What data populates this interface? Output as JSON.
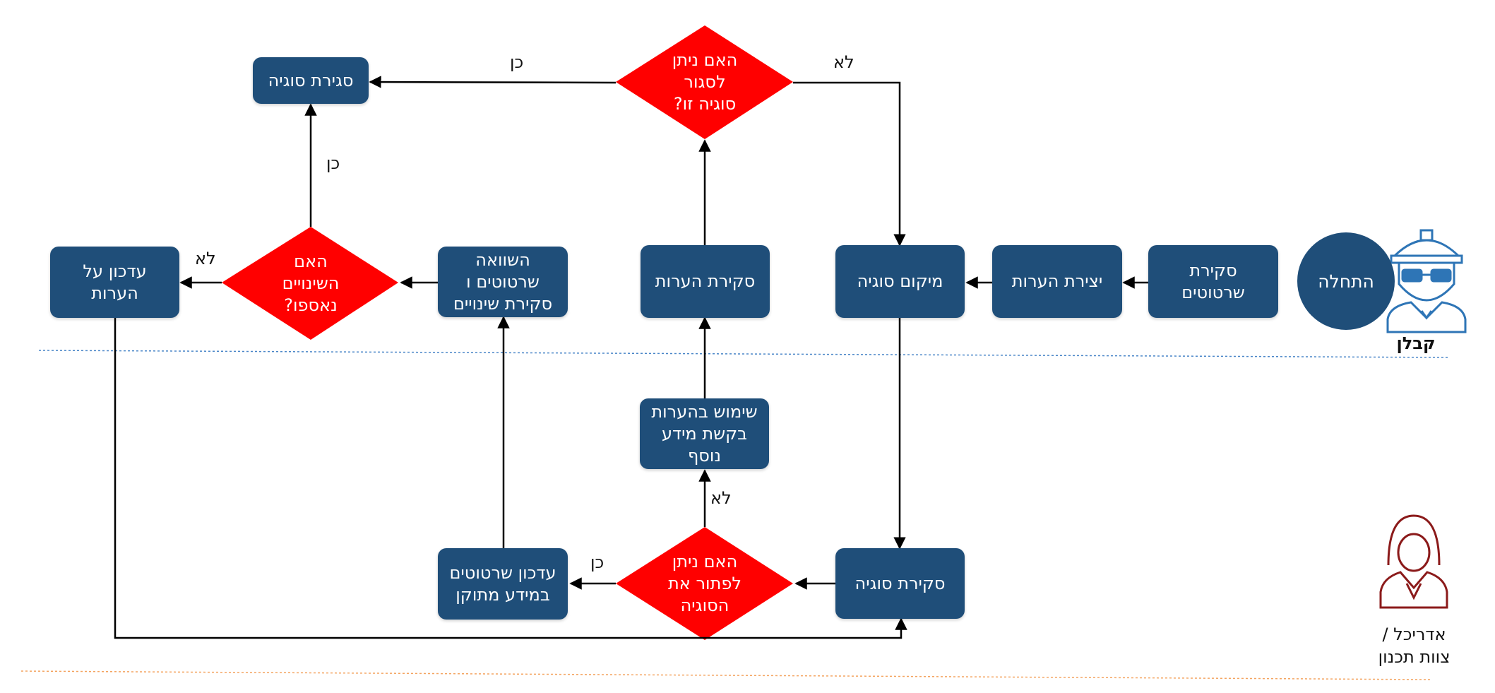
{
  "colors": {
    "process_box": "#1f4e79",
    "decision": "#ff0000",
    "start_circle": "#1f4e79",
    "contractor_icon": "#2e75b6",
    "architect_icon": "#8b1a1a",
    "upper_divider": "#4a86c8",
    "lower_divider": "#f4a460"
  },
  "icons": {
    "contractor": "construction-worker-icon",
    "architect": "woman-user-icon"
  },
  "lanes": {
    "contractor": "קבלן",
    "architect": "אדריכל /\nצוות תכנון"
  },
  "start": "התחלה",
  "boxes": {
    "review_drawings": "סקירת\nשרטוטים",
    "create_comments": "יצירת הערות",
    "locate_issue": "מיקום סוגיה",
    "review_comments": "סקירת הערות",
    "compare_drawings": "השוואה\nשרטוטים ו\nסקירת שינויים",
    "update_comments": "עדכון על\nהערות",
    "close_issue": "סגירת סוגיה",
    "use_comments": "שימוש בהערות\nבקשת מידע\nנוסף",
    "review_issue": "סקירת סוגיה",
    "update_drawings": "עדכון שרטוטים\nבמידע מתוקן"
  },
  "decisions": {
    "can_close": "האם ניתן\nלסגור\nסוגיה זו?",
    "changes_added": "האם\nהשינויים\nנאספו?",
    "can_resolve": "האם ניתן\nלפתור את\nהסוגיה"
  },
  "edge_labels": {
    "close_yes": "כן",
    "close_no": "לא",
    "changes_yes": "כן",
    "changes_no": "לא",
    "resolve_yes": "כן",
    "resolve_no": "לא"
  }
}
